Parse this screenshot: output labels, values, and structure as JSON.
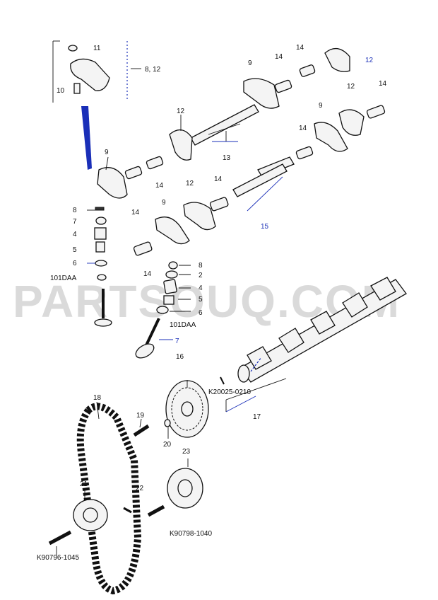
{
  "diagram": {
    "watermark": "PARTSOUQ.COM",
    "callouts": {
      "c8_12": "8, 12",
      "c11": "11",
      "c10": "10",
      "c9a": "9",
      "c12a": "12",
      "c9b": "9",
      "c14a": "14",
      "c14b": "14",
      "c12b": "12",
      "c13": "13",
      "c9c": "9",
      "c12c": "12",
      "c14c": "14",
      "c14d": "14",
      "c14e": "14",
      "c12d": "12",
      "c14f": "14",
      "c9d": "9",
      "c15": "15",
      "c14g": "14",
      "c14h": "14",
      "c8l": "8",
      "c7l": "7",
      "c4l": "4",
      "c5l": "5",
      "c6l": "6",
      "c101l": "101DAA",
      "c8r": "8",
      "c2r": "2",
      "c4r": "4",
      "c5r": "5",
      "c6r": "6",
      "c101r": "101DAA",
      "c7r": "7",
      "c16": "16",
      "c18": "18",
      "c19": "19",
      "c20": "20",
      "c23": "23",
      "c21": "21",
      "c22": "22",
      "c17": "17",
      "k1": "K20025-0210",
      "k2": "K90796-1045",
      "k3": "K90798-1040"
    }
  }
}
